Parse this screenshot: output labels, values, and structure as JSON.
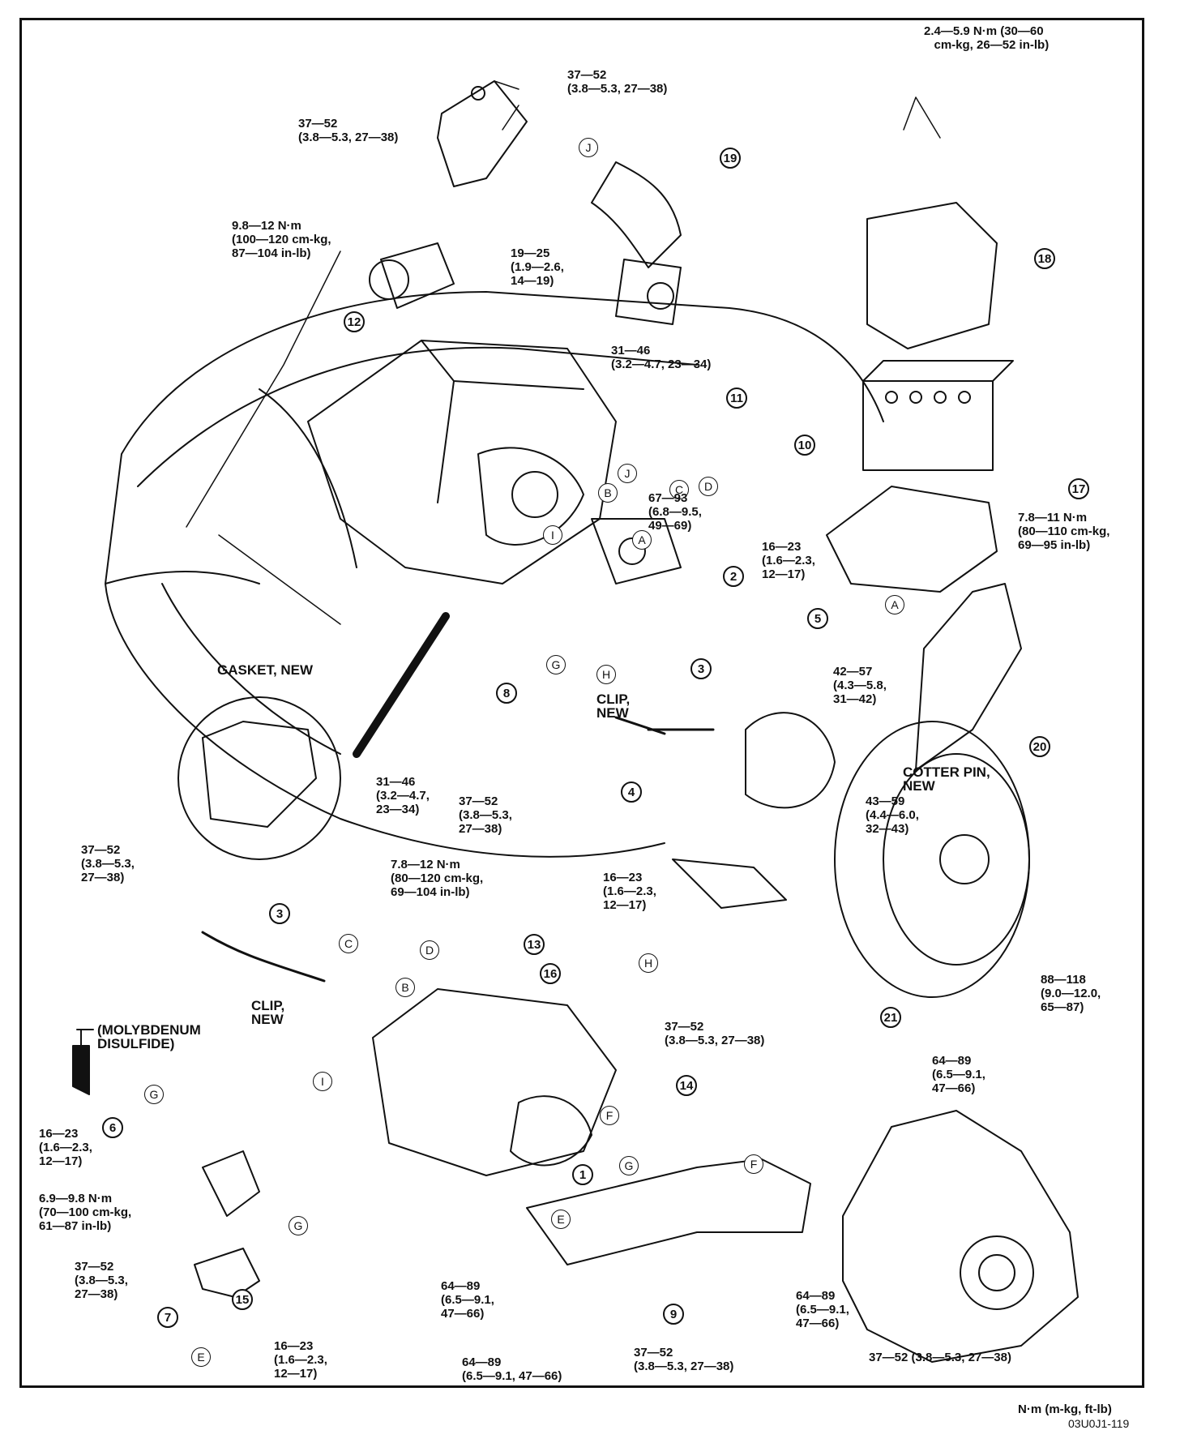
{
  "figure": {
    "code": "03U0J1-119",
    "units_note": "N·m (m-kg, ft-lb)"
  },
  "parts": [
    "1",
    "2",
    "3",
    "3",
    "4",
    "5",
    "6",
    "7",
    "8",
    "9",
    "10",
    "11",
    "12",
    "13",
    "14",
    "15",
    "16",
    "17",
    "18",
    "19",
    "20",
    "21"
  ],
  "letters": [
    "J",
    "J",
    "B",
    "B",
    "A",
    "A",
    "C",
    "C",
    "D",
    "D",
    "I",
    "I",
    "G",
    "G",
    "G",
    "G",
    "H",
    "H",
    "E",
    "E",
    "F",
    "F"
  ],
  "torques": {
    "battery_tray_nuts": "2.4—5.9 N·m (30—60\n   cm-kg, 26—52 in-lb)",
    "bracket_top": "37—52\n(3.8—5.3, 27—38)",
    "bracket_left": "37—52\n(3.8—5.3, 27—38)",
    "starter_nut": "9.8—12 N·m\n(100—120 cm-kg,\n87—104 in-lb)",
    "starter_bolt": "19—25\n(1.9—2.6,\n14—19)",
    "hose_nut": "31—46\n(3.2—4.7, 23—34)",
    "mount_nut": "67—93\n(6.8—9.5,\n49—69)",
    "mount_small": "16—23\n(1.6—2.3,\n12—17)",
    "battery_bracket": "7.8—11 N·m\n(80—110 cm-kg,\n69—95 in-lb)",
    "tie_rod": "42—57\n(4.3—5.8,\n31—42)",
    "exhaust_nut": "31—46\n(3.2—4.7,\n23—34)",
    "exhaust_bolt": "37—52\n(3.8—5.3,\n27—38)",
    "inset_bolt": "37—52\n(3.8—5.3,\n27—38)",
    "lower_arm": "43—59\n(4.4—6.0,\n32—43)",
    "wheel_nut": "88—118\n(9.0—12.0,\n65—87)",
    "shift_bolt_a": "7.8—12 N·m\n(80—120 cm-kg,\n69—104 in-lb)",
    "shift_bolt_b": "16—23\n(1.6—2.3,\n12—17)",
    "trans_bolt_mid": "37—52\n(3.8—5.3, 27—38)",
    "trans_bolt_right": "64—89\n(6.5—9.1,\n47—66)",
    "left_bracket_bolt": "16—23\n(1.6—2.3,\n12—17)",
    "clutch_bolt": "6.9—9.8 N·m\n(70—100 cm-kg,\n61—87 in-lb)",
    "left_low_bolt": "37—52\n(3.8—5.3,\n27—38)",
    "bottom_bolt": "16—23\n(1.6—2.3,\n12—17)",
    "crossmember_center": "64—89\n(6.5—9.1,\n47—66)",
    "crossmember_bottom": "64—89\n(6.5—9.1, 47—66)",
    "crossmember_mid": "37—52\n(3.8—5.3, 27—38)",
    "crossmember_right": "64—89\n(6.5—9.1,\n47—66)",
    "housing_bolts": "37—52 (3.8—5.3, 27—38)"
  },
  "notes": {
    "gasket": "GASKET, NEW",
    "clip_upper": "CLIP,\nNEW",
    "clip_lower": "CLIP,\nNEW",
    "cotter": "COTTER PIN,\nNEW",
    "grease": "(MOLYBDENUM\nDISULFIDE)"
  }
}
